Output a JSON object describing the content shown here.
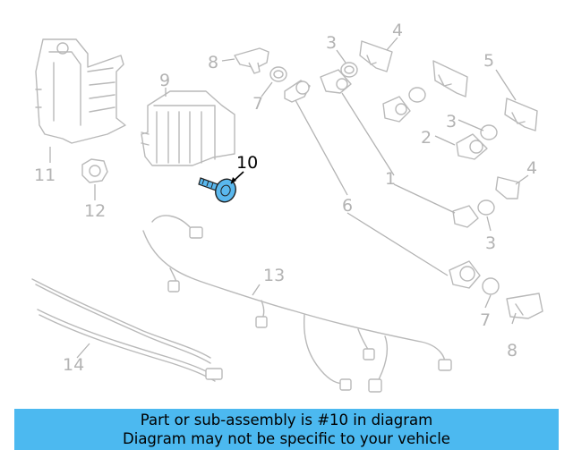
{
  "diagram": {
    "highlight_color": "#5ab8ee",
    "callouts": [
      {
        "id": "c10",
        "text": "10",
        "highlight": true
      },
      {
        "id": "c11",
        "text": "11"
      },
      {
        "id": "c12",
        "text": "12"
      },
      {
        "id": "c9",
        "text": "9"
      },
      {
        "id": "c8a",
        "text": "8"
      },
      {
        "id": "c7a",
        "text": "7"
      },
      {
        "id": "c3a",
        "text": "3"
      },
      {
        "id": "c4a",
        "text": "4"
      },
      {
        "id": "c5",
        "text": "5"
      },
      {
        "id": "c3b",
        "text": "3"
      },
      {
        "id": "c2",
        "text": "2"
      },
      {
        "id": "c1",
        "text": "1"
      },
      {
        "id": "c4b",
        "text": "4"
      },
      {
        "id": "c6",
        "text": "6"
      },
      {
        "id": "c3c",
        "text": "3"
      },
      {
        "id": "c13",
        "text": "13"
      },
      {
        "id": "c7b",
        "text": "7"
      },
      {
        "id": "c8b",
        "text": "8"
      },
      {
        "id": "c14",
        "text": "14"
      }
    ]
  },
  "banner": {
    "line1": "Part or sub-assembly is #10 in diagram",
    "line2": "Diagram may not be specific to your vehicle",
    "color": "#4cb9f0"
  }
}
